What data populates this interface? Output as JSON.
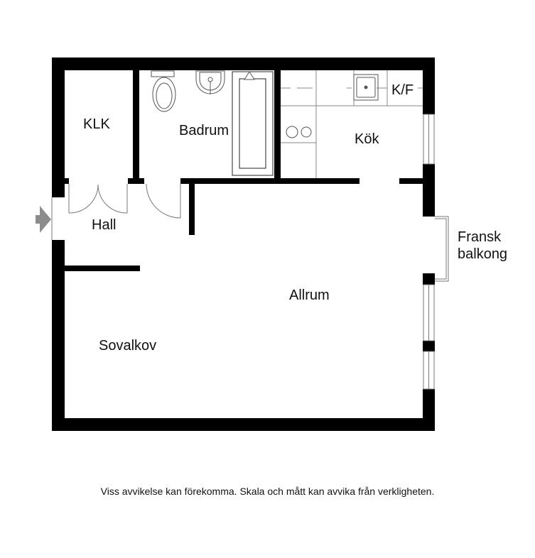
{
  "floorplan": {
    "rooms": {
      "klk": "KLK",
      "badrum": "Badrum",
      "kok": "Kök",
      "hall": "Hall",
      "allrum": "Allrum",
      "sovalkov": "Sovalkov"
    },
    "fixtures": {
      "fridge_freezer": "K/F"
    },
    "balcony": {
      "line1": "Fransk",
      "line2": "balkong"
    },
    "entrance_icon": "entrance-arrow-icon",
    "colors": {
      "wall": "#000000",
      "fixture_line": "#555555",
      "entrance_arrow": "#8c8c8c",
      "background": "#ffffff"
    }
  },
  "footer": {
    "disclaimer": "Viss avvikelse kan förekomma. Skala och mått kan avvika från verkligheten."
  }
}
